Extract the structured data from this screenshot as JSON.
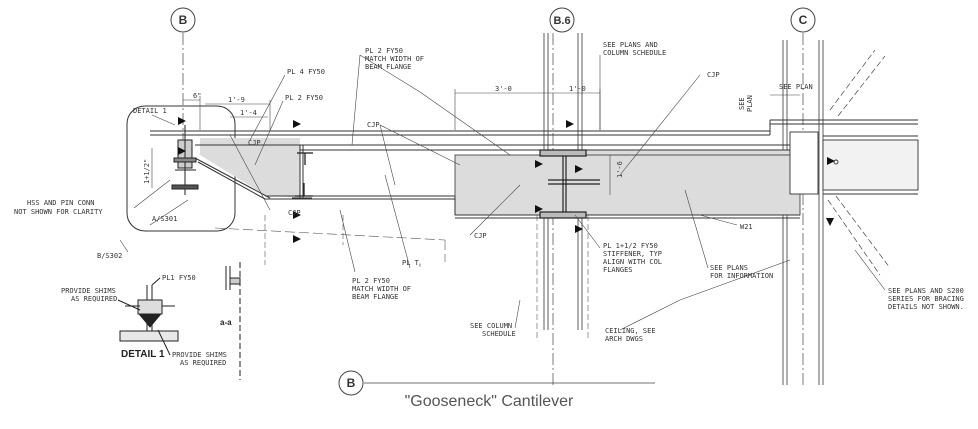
{
  "caption": "\"Gooseneck\" Cantilever",
  "grid_bubbles": {
    "b_top": "B",
    "b6": "B.6",
    "c": "C",
    "b_bottom": "B"
  },
  "detail_title": "DETAIL 1",
  "section_label": "a-a",
  "notes": {
    "detail1_ref": "DETAIL 1",
    "hss_pin_1": "HSS AND PIN CONN",
    "hss_pin_2": "NOT SHOWN FOR CLARITY",
    "a_s301": "A/S301",
    "b_s302": "B/S302",
    "pl4": "PL 4 FY50",
    "pl2_top": "PL 2 FY50",
    "pl2_match_1": "PL 2 FY50",
    "pl2_match_2": "MATCH WIDTH OF",
    "pl2_match_3": "BEAM FLANGE",
    "see_plans_col_1": "SEE PLANS AND",
    "see_plans_col_2": "COLUMN SCHEDULE",
    "see_plan_c": "SEE PLAN",
    "cjp_1": "CJP",
    "cjp_2": "CJP",
    "cjp_3": "CJP",
    "cjp_4": "CJP",
    "cjp_5": "CJP",
    "pl_tp": "PL Tᵨ",
    "pl2_bot_1": "PL 2 FY50",
    "pl2_bot_2": "MATCH WIDTH OF",
    "pl2_bot_3": "BEAM FLANGE",
    "pl_stiff_1": "PL 1+1/2 FY50",
    "pl_stiff_2": "STIFFENER, TYP",
    "pl_stiff_3": "ALIGN WITH COL",
    "pl_stiff_4": "FLANGES",
    "w21": "W21",
    "see_plans_info_1": "SEE PLANS",
    "see_plans_info_2": "FOR INFORMATION",
    "see_col_sched_1": "SEE COLUMN",
    "see_col_sched_2": "SCHEDULE",
    "ceiling_1": "CEILING, SEE",
    "ceiling_2": "ARCH DWGS",
    "bracing_1": "SEE PLANS AND S200",
    "bracing_2": "SERIES FOR BRACING",
    "bracing_3": "DETAILS NOT SHOWN.",
    "pl1": "PL1 FY50",
    "shims_1": "PROVIDE SHIMS",
    "shims_2": "AS REQUIRED",
    "shims_3": "PROVIDE SHIMS",
    "shims_4": "AS REQUIRED",
    "see_plan_small": "SEE",
    "see_plan_small_2": "PLAN"
  },
  "dimensions": {
    "d_6": "6\"",
    "d_1_9": "1'-9",
    "d_1_4": "1'-4",
    "d_3_0": "3'-0",
    "d_1_0": "1'-0",
    "d_1_6": "1'-6",
    "d_1_1_2": "1+1/2\""
  }
}
